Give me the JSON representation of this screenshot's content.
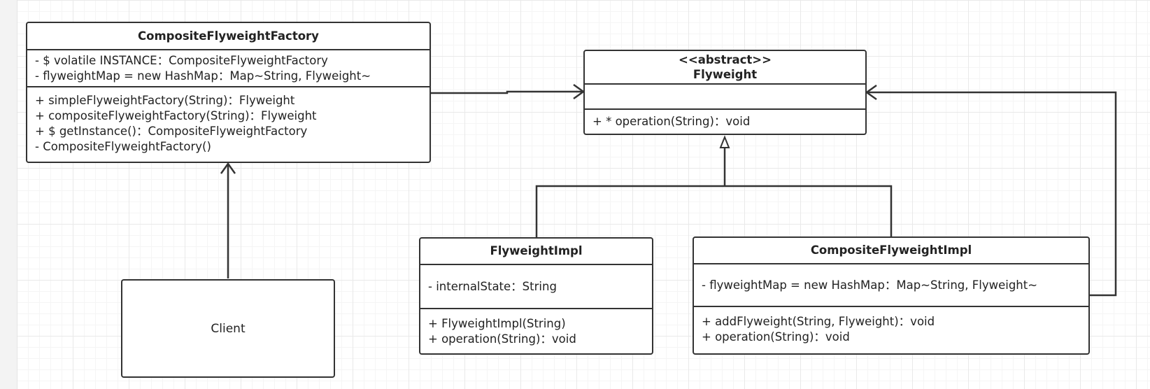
{
  "diagram": {
    "classes": {
      "composite_factory": {
        "name": "CompositeFlyweightFactory",
        "attributes": [
          "- $ volatile INSTANCE：CompositeFlyweightFactory",
          "- flyweightMap = new HashMap：Map~String, Flyweight~"
        ],
        "operations": [
          "+ simpleFlyweightFactory(String)：Flyweight",
          "+ compositeFlyweightFactory(String)：Flyweight",
          "+ $ getInstance()：CompositeFlyweightFactory",
          "- CompositeFlyweightFactory()"
        ]
      },
      "flyweight": {
        "stereotype": "<<abstract>>",
        "name": "Flyweight",
        "attributes": [],
        "operations": [
          "+ * operation(String)：void"
        ]
      },
      "flyweight_impl": {
        "name": "FlyweightImpl",
        "attributes": [
          "- internalState：String"
        ],
        "operations": [
          "+ FlyweightImpl(String)",
          "+ operation(String)：void"
        ]
      },
      "composite_flyweight_impl": {
        "name": "CompositeFlyweightImpl",
        "attributes": [
          "- flyweightMap = new HashMap：Map~String, Flyweight~"
        ],
        "operations": [
          "+ addFlyweight(String, Flyweight)：void",
          "+ operation(String)：void"
        ]
      }
    },
    "client": {
      "name": "Client"
    },
    "colors": {
      "line": "#333333",
      "box_fill": "#ffffff",
      "grid": "#e9e9e9",
      "background": "#ffffff"
    }
  }
}
